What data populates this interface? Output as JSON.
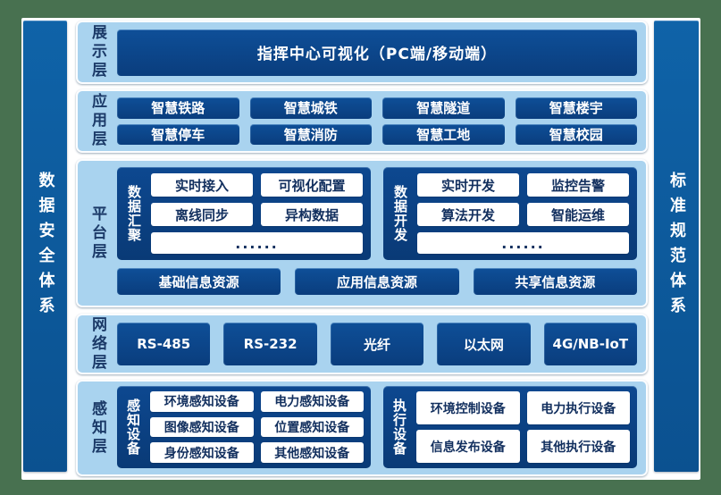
{
  "colors": {
    "background_green": "#487150",
    "card_white": "#ffffff",
    "panel_light_blue": "#a9d3ef",
    "box_navy": "#0a4183",
    "pillar_blue": "#0d5c9e",
    "box_text_white": "#ffffff",
    "label_navy_text": "#1b3a68"
  },
  "pillars": {
    "left": "数据安全体系",
    "right": "标准规范体系"
  },
  "layers": {
    "presentation": {
      "label": "展示层",
      "main_box": "指挥中心可视化（PC端/移动端）"
    },
    "application": {
      "label": "应用层",
      "items": [
        "智慧铁路",
        "智慧城铁",
        "智慧隧道",
        "智慧楼宇",
        "智慧停车",
        "智慧消防",
        "智慧工地",
        "智慧校园"
      ]
    },
    "platform": {
      "label": "平台层",
      "groups": [
        {
          "label": "数据汇聚",
          "items": [
            "实时接入",
            "可视化配置",
            "离线同步",
            "异构数据"
          ],
          "more": "......"
        },
        {
          "label": "数据开发",
          "items": [
            "实时开发",
            "监控告警",
            "算法开发",
            "智能运维"
          ],
          "more": "......"
        }
      ],
      "resources": [
        "基础信息资源",
        "应用信息资源",
        "共享信息资源"
      ]
    },
    "network": {
      "label": "网络层",
      "items": [
        "RS-485",
        "RS-232",
        "光纤",
        "以太网",
        "4G/NB-IoT"
      ]
    },
    "perception": {
      "label": "感知层",
      "groups": [
        {
          "label": "感知设备",
          "items": [
            "环境感知设备",
            "电力感知设备",
            "图像感知设备",
            "位置感知设备",
            "身份感知设备",
            "其他感知设备"
          ]
        },
        {
          "label": "执行设备",
          "items": [
            "环境控制设备",
            "电力执行设备",
            "信息发布设备",
            "其他执行设备"
          ]
        }
      ]
    }
  }
}
